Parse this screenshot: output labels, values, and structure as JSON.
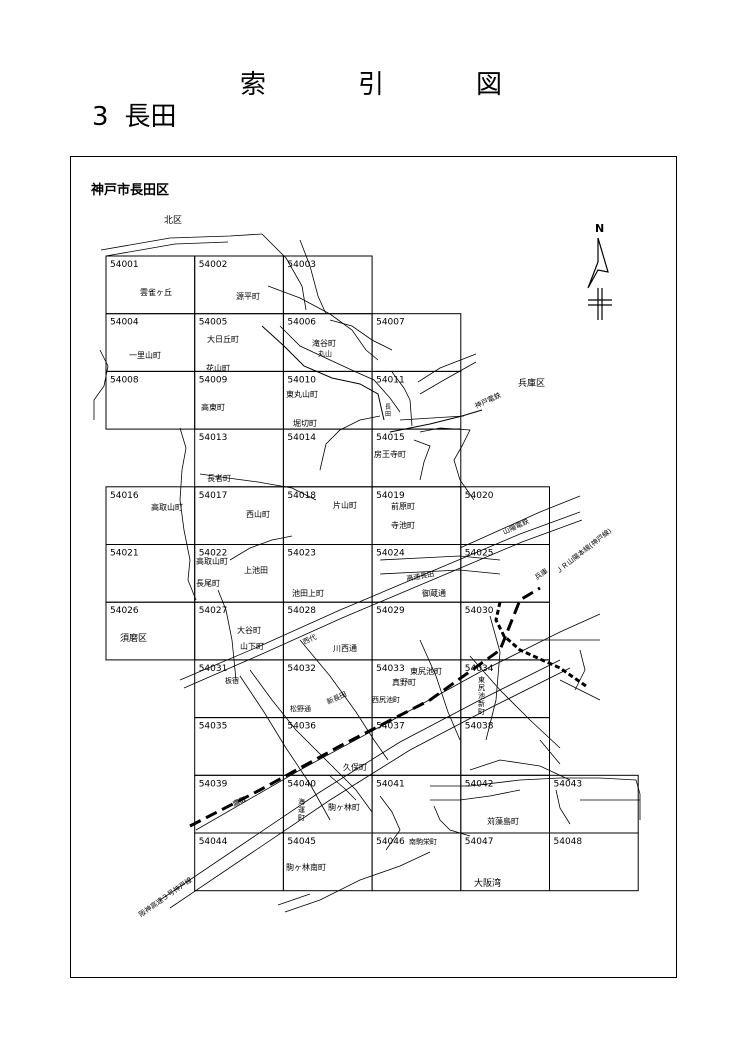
{
  "title_chars": [
    "索",
    "引",
    "図"
  ],
  "subtitle": {
    "number": "3",
    "name": "長田"
  },
  "map": {
    "heading": "神戸市長田区",
    "north_mark": "N",
    "grid_rows": [
      [
        "54001",
        "54002",
        "54003",
        null,
        null
      ],
      [
        "54004",
        "54005",
        "54006",
        "54007",
        null
      ],
      [
        "54008",
        "54009",
        "54010",
        "54011",
        null
      ],
      [
        null,
        "54013",
        "54014",
        "54015",
        null
      ],
      [
        "54016",
        "54017",
        "54018",
        "54019",
        "54020"
      ],
      [
        "54021",
        "54022",
        "54023",
        "54024",
        "54025"
      ],
      [
        "54026",
        "54027",
        "54028",
        "54029",
        "54030"
      ],
      [
        null,
        "54031",
        "54032",
        "54033",
        "54034"
      ],
      [
        null,
        "54035",
        "54036",
        "54037",
        "54038"
      ],
      [
        null,
        "54039",
        "54040",
        "54041",
        "54042",
        "54043"
      ],
      [
        null,
        "54044",
        "54045",
        "54046",
        "54047",
        "54048"
      ]
    ],
    "place_labels": {
      "kita_ku": "北区",
      "hibarigaoka": "雲雀ヶ丘",
      "genpei_cho": "源平町",
      "ichirisan_cho": "一里山町",
      "dainichigaoka_cho": "大日丘町",
      "takitani_cho": "滝谷町",
      "maruyama": "丸山",
      "hanayama_cho": "花山町",
      "higashimaruyama_cho": "東丸山町",
      "hyogo_ku": "兵庫区",
      "takahigashi_cho": "高東町",
      "horikiri_cho": "堀切町",
      "shintetsu": "神戸電鉄",
      "nagata": "長田",
      "fusaoji_cho": "房王寺町",
      "nagasa_cho": "長者町",
      "takatoriyama_cho_1": "高取山町",
      "nishiyama_cho": "西山町",
      "katayama_cho": "片山町",
      "maehara_cho": "前原町",
      "teraike_cho": "寺池町",
      "sanyo_dentetsu": "山陽電鉄",
      "takatoriyama_cho_2": "高取山町",
      "kamiikeda": "上池田",
      "nagao_cho": "長尾町",
      "ikedaue_cho": "池田上町",
      "koso_nagata": "高速長田",
      "mikura_dori": "御蔵通",
      "jr_sanyo": "ＪＲ山陽本線(神戸線)",
      "hyogo_station": "兵庫",
      "suma_ku": "須磨区",
      "otani_cho": "大谷町",
      "yamashita_cho": "山下町",
      "kawanishi_dori": "川西通",
      "nishidai": "西代",
      "itayado": "板宿",
      "higashijiriike_cho": "東尻池町",
      "makano_cho": "真野町",
      "nishijiriike_cho": "西尻池町",
      "higashijiriike_shin_cho": "東尻池新町",
      "matsuno_dori": "松野通",
      "shin_nagata": "新長田",
      "kubo_cho": "久保町",
      "takatori": "鷹取",
      "kaiun_cho": "海運町",
      "komagabayashi_cho": "駒ヶ林町",
      "karumo_jima_cho": "苅藻島町",
      "minami_komae_cho": "南駒栄町",
      "komagabayashi_minami_cho": "駒ヶ林南町",
      "osaka_wan": "大阪湾",
      "hanshin_expressway": "阪神高速３号神戸線"
    }
  }
}
